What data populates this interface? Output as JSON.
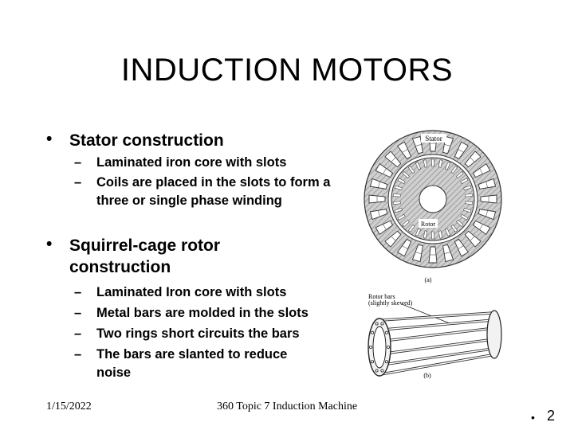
{
  "slide": {
    "title": "INDUCTION  MOTORS",
    "bullets": [
      {
        "marker": "•",
        "text": "Stator construction",
        "subitems": [
          {
            "marker": "–",
            "text": " Laminated iron core with slots"
          },
          {
            "marker": "–",
            "text": "Coils are placed in the slots to form a three or single phase winding"
          }
        ]
      },
      {
        "marker": "•",
        "text": "Squirrel-cage rotor construction",
        "subitems": [
          {
            "marker": "–",
            "text": "Laminated Iron core with slots"
          },
          {
            "marker": "–",
            "text": "Metal bars are molded in the slots"
          },
          {
            "marker": "–",
            "text": "Two rings short circuits the bars"
          },
          {
            "marker": "–",
            "text": "The bars are slanted to reduce noise"
          }
        ]
      }
    ],
    "figures": {
      "stator_label": "Stator",
      "rotor_label": "Rotor",
      "caption_a": "(a)",
      "rotorbars_label_1": "Rotor bars",
      "rotorbars_label_2": "(slightly skewed)",
      "caption_b": "(b)"
    },
    "footer": {
      "date": "1/15/2022",
      "center": "360 Topic 7 Induction Machine",
      "marker": "•",
      "page": "2"
    }
  }
}
